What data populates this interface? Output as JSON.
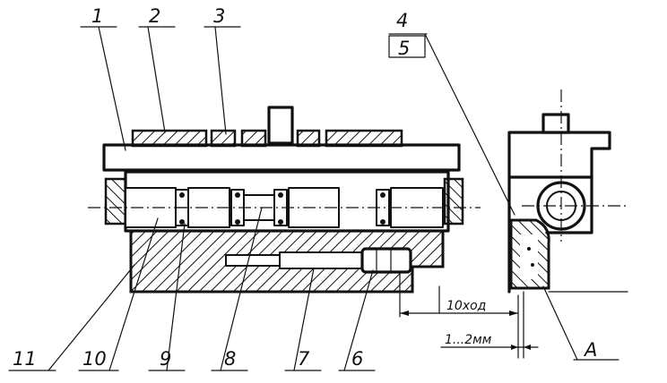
{
  "callouts_top": [
    "1",
    "2",
    "3",
    "4",
    "5"
  ],
  "callouts_bottom": [
    "11",
    "10",
    "9",
    "8",
    "7",
    "6"
  ],
  "dimensions": {
    "stroke_label": "10ход",
    "gap_label": "1...2мм"
  },
  "section_label": "А"
}
